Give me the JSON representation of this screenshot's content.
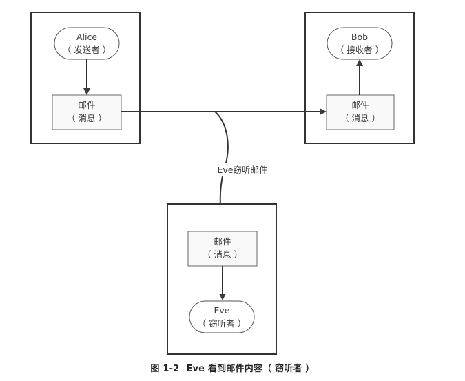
{
  "nodes": {
    "alice": {
      "name": "Alice",
      "role": "（ 发送者 ）"
    },
    "bob": {
      "name": "Bob",
      "role": "（ 接收者 ）"
    },
    "eve": {
      "name": "Eve",
      "role": "（ 窃听者 ）"
    }
  },
  "mail": {
    "title": "邮件",
    "subtitle": "（ 消息 ）"
  },
  "edge_label": "Eve窃听邮件",
  "caption": {
    "number": "图 1-2",
    "text": "Eve 看到邮件内容（ 窃听者 ）"
  }
}
